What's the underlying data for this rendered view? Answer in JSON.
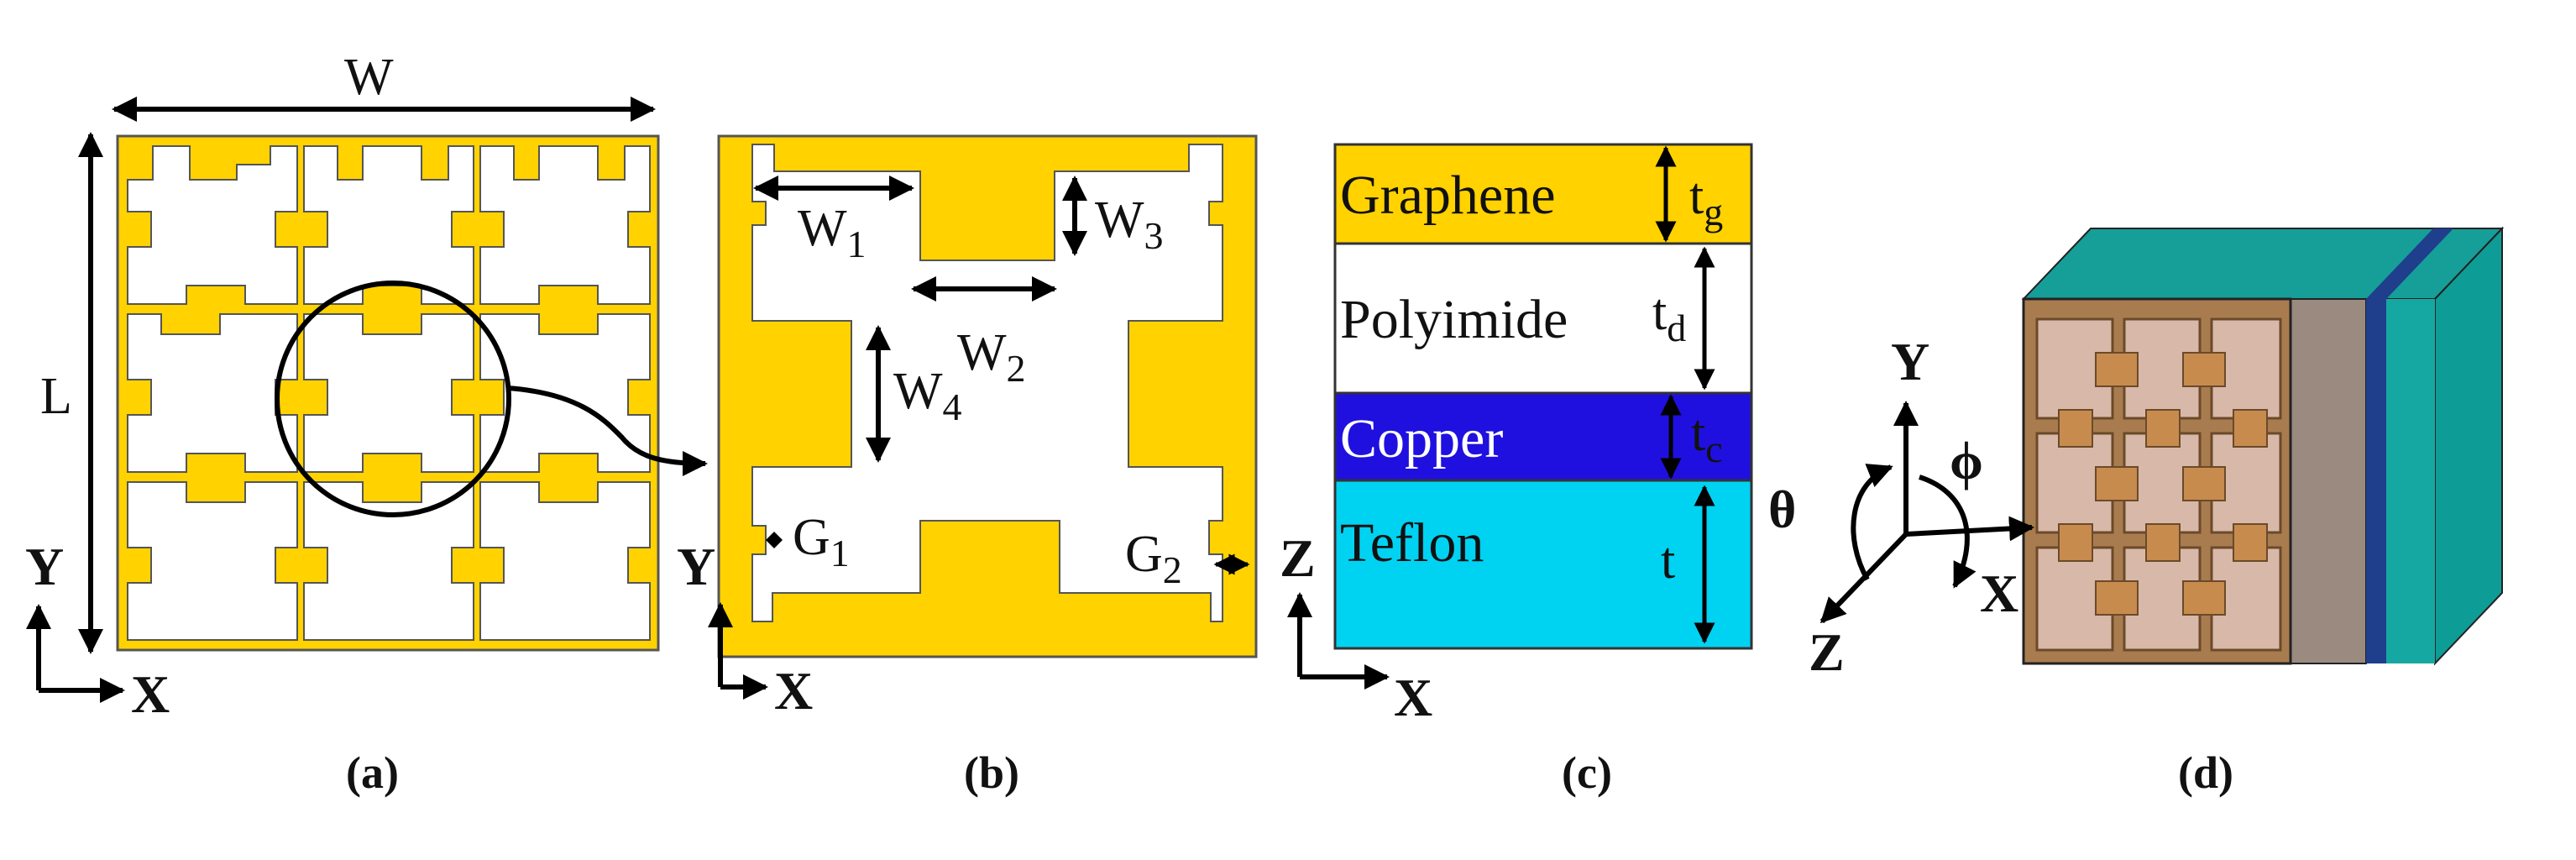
{
  "colors": {
    "gold": "#FFD200",
    "copper": "#1F10E0",
    "teflon": "#00D2F2",
    "cube_front": "#A87C4F",
    "cube_side": "#0E9C96",
    "cube_top": "#169E99"
  },
  "panel_a": {
    "width_label": "W",
    "length_label": "L",
    "axis_y": "Y",
    "axis_x": "X",
    "caption": "(a)"
  },
  "panel_b": {
    "w1": "W",
    "w1_sub": "1",
    "w2": "W",
    "w2_sub": "2",
    "w3": "W",
    "w3_sub": "3",
    "w4": "W",
    "w4_sub": "4",
    "g1": "G",
    "g1_sub": "1",
    "g2": "G",
    "g2_sub": "2",
    "axis_y": "Y",
    "axis_x": "X",
    "caption": "(b)"
  },
  "panel_c": {
    "layers": [
      {
        "name": "Graphene",
        "thickness": "t",
        "thickness_sub": "g"
      },
      {
        "name": "Polyimide",
        "thickness": "t",
        "thickness_sub": "d"
      },
      {
        "name": "Copper",
        "thickness": "t",
        "thickness_sub": "c"
      },
      {
        "name": "Teflon",
        "thickness": "t",
        "thickness_sub": ""
      }
    ],
    "axis_z": "Z",
    "axis_x": "X",
    "caption": "(c)"
  },
  "panel_d": {
    "axis_y": "Y",
    "axis_x": "X",
    "axis_z": "Z",
    "theta": "θ",
    "phi": "ϕ",
    "caption": "(d)"
  }
}
